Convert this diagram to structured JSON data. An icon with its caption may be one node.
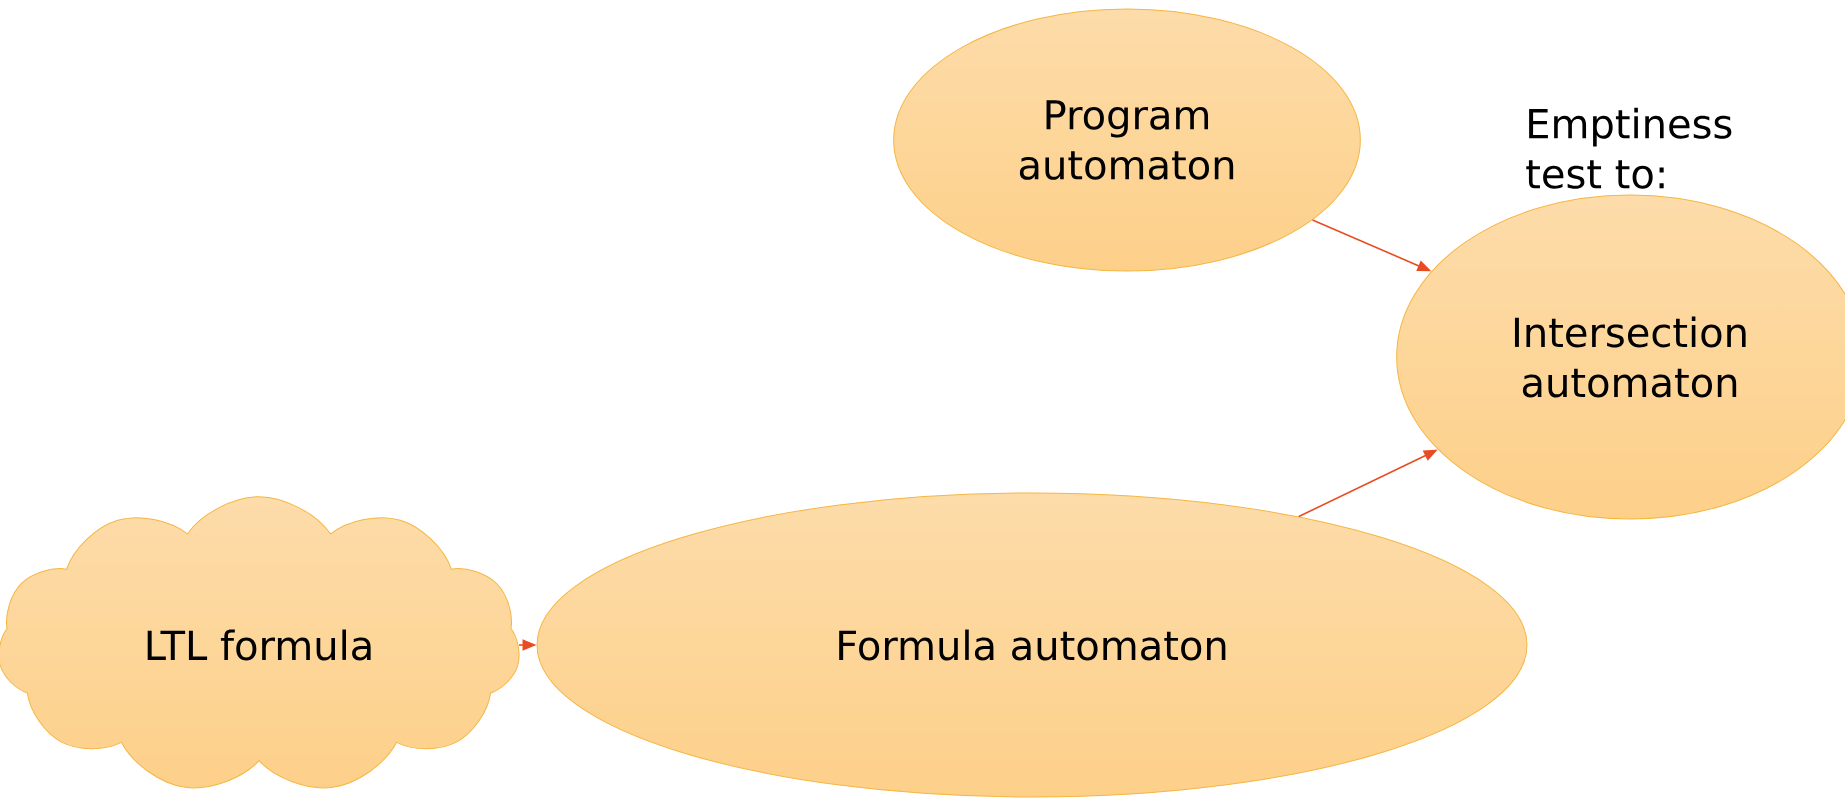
{
  "diagram": {
    "nodes": [
      {
        "text": [
          "Program automaton"
        ]
      },
      {
        "text": [
          "Emptiness test to:",
          "Intersection automaton"
        ]
      },
      {
        "text": [
          "LTL formula"
        ]
      },
      {
        "text": [
          "Formula automaton"
        ]
      }
    ],
    "edges": [
      {
        "from": 2,
        "to": 3,
        "arrow": "to"
      },
      {
        "from": 0,
        "to": 1,
        "arrow": "to"
      },
      {
        "from": 3,
        "to": 1,
        "arrow": "to"
      }
    ]
  }
}
